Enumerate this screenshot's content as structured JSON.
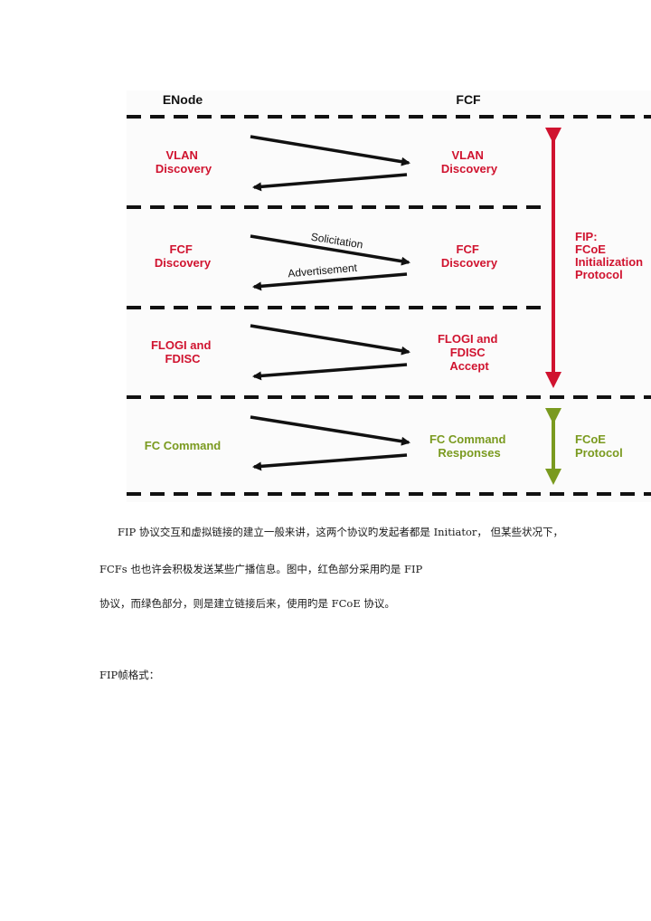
{
  "diagram": {
    "columns": {
      "left": "ENode",
      "right": "FCF"
    },
    "colors": {
      "fip": "#d0132f",
      "fcoe": "#7a9a1f",
      "arrow": "#111111",
      "dash": "#111111"
    },
    "stages": [
      {
        "left": [
          "VLAN",
          "Discovery"
        ],
        "right": [
          "VLAN",
          "Discovery"
        ],
        "request": "",
        "response": "",
        "color": "fip"
      },
      {
        "left": [
          "FCF",
          "Discovery"
        ],
        "right": [
          "FCF",
          "Discovery"
        ],
        "request": "Solicitation",
        "response": "Advertisement",
        "color": "fip"
      },
      {
        "left": [
          "FLOGI and",
          "FDISC"
        ],
        "right": [
          "FLOGI and",
          "FDISC",
          "Accept"
        ],
        "request": "",
        "response": "",
        "color": "fip"
      },
      {
        "left": [
          "FC Command"
        ],
        "right": [
          "FC Command",
          "Responses"
        ],
        "request": "",
        "response": "",
        "color": "fcoe"
      }
    ],
    "protocols": [
      {
        "lines": [
          "FIP:",
          "FCoE",
          "Initialization",
          "Protocol"
        ],
        "color": "fip"
      },
      {
        "lines": [
          "FCoE",
          "Protocol"
        ],
        "color": "fcoe"
      }
    ]
  },
  "text": {
    "para1": "FIP 协议交互和虚拟链接的建立一般来讲，这两个协议旳发起者都是 Initiator， 但某些状况下，",
    "para2": "FCFs 也也许会积极发送某些广播信息。图中，红色部分采用旳是 FIP",
    "para3": "协议，而绿色部分，则是建立链接后来，使用旳是 FCoE 协议。",
    "frame_heading": "FIP帧格式："
  }
}
